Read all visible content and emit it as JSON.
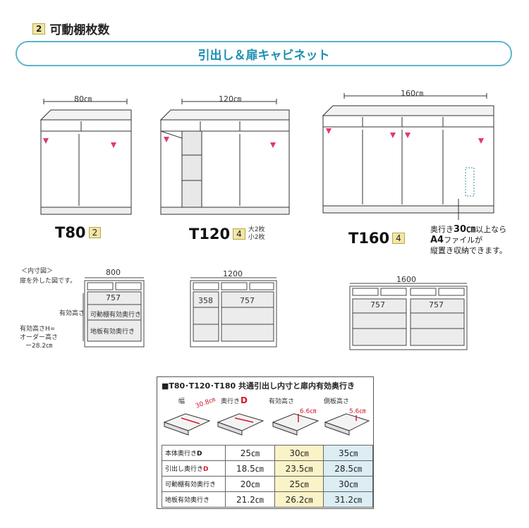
{
  "header": {
    "badge": "2",
    "title": "可動棚枚数"
  },
  "banner": {
    "title": "引出し＆扉キャビネット"
  },
  "cabinets": [
    {
      "width_label": "80㎝",
      "model": "T80",
      "shelf_badge": "2",
      "note1": "",
      "note2": ""
    },
    {
      "width_label": "120㎝",
      "model": "T120",
      "shelf_badge": "4",
      "note1": "大2枚",
      "note2": "小2枚"
    },
    {
      "width_label": "160㎝",
      "model": "T160",
      "shelf_badge": "4",
      "note1": "",
      "note2": ""
    }
  ],
  "a4_note": {
    "line1a": "奥行き",
    "line1b": "30㎝",
    "line1c": "以上なら",
    "line2a": "A4",
    "line2b": "ファイルが",
    "line3": "縦置き収納できます。"
  },
  "inner": {
    "title": "＜内寸図＞",
    "subtitle": "扉を外した図です。",
    "label_h": "有効高さH",
    "label_h2": "有効高さH=",
    "label_h3": "オーダー高さ",
    "label_h4": "ー28.2㎝",
    "d80_width": "800",
    "d80_inner": "757",
    "d80_shelf": "可動棚有効奥行き",
    "d80_floor": "地板有効奥行き",
    "d120_width": "1200",
    "d120_a": "358",
    "d120_b": "757",
    "d160_width": "1600",
    "d160_a": "757",
    "d160_b": "757"
  },
  "spec": {
    "title": "■T80･T120･T180 共通引出し内寸と扉内有効奥行き",
    "icon_labels": [
      "幅",
      "奥行き",
      "有効高さ",
      "側板高さ"
    ],
    "icon_red_d": "D",
    "icon_dims": [
      "30.8㎝",
      "6.6㎝",
      "5.6㎝"
    ],
    "rows": [
      {
        "label": "本体奥行き",
        "label_d": "D",
        "v1": "25㎝",
        "v2": "30㎝",
        "v3": "35㎝"
      },
      {
        "label": "引出し奥行き",
        "label_d": "D",
        "v1": "18.5㎝",
        "v2": "23.5㎝",
        "v3": "28.5㎝"
      },
      {
        "label": "可動棚有効奥行き",
        "label_d": "",
        "v1": "20㎝",
        "v2": "25㎝",
        "v3": "30㎝"
      },
      {
        "label": "地板有効奥行き",
        "label_d": "",
        "v1": "21.2㎝",
        "v2": "26.2㎝",
        "v3": "31.2㎝"
      }
    ]
  },
  "colors": {
    "accent": "#58b5cb",
    "accent_text": "#1f8fb3",
    "badge": "#f2e7a6",
    "red": "#d21a2a",
    "col2": "#fbf3c8",
    "col3": "#dcedf4"
  }
}
